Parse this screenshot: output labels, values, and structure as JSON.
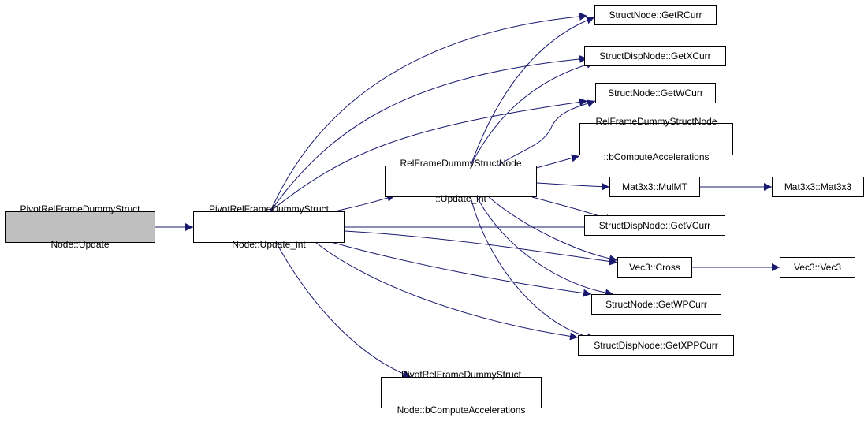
{
  "colors": {
    "edge": "#191970",
    "root_fill": "#bfbfbf",
    "node_fill": "#ffffff",
    "border": "#000000"
  },
  "nodes": {
    "root": {
      "line1": "PivotRelFrameDummyStruct",
      "line2": "Node::Update"
    },
    "pivot_update_int": {
      "line1": "PivotRelFrameDummyStruct",
      "line2": "Node::Update_int"
    },
    "rel_update_int": {
      "line1": "RelFrameDummyStructNode",
      "line2": "::Update_int"
    },
    "pivot_bcompute": {
      "line1": "PivotRelFrameDummyStruct",
      "line2": "Node::bComputeAccelerations"
    },
    "get_rcurr": {
      "label": "StructNode::GetRCurr"
    },
    "get_xcurr": {
      "label": "StructDispNode::GetXCurr"
    },
    "get_wcurr": {
      "label": "StructNode::GetWCurr"
    },
    "rel_bcompute": {
      "line1": "RelFrameDummyStructNode",
      "line2": "::bComputeAccelerations"
    },
    "mulmt": {
      "label": "Mat3x3::MulMT"
    },
    "mat3x3": {
      "label": "Mat3x3::Mat3x3"
    },
    "get_vcurr": {
      "label": "StructDispNode::GetVCurr"
    },
    "vec3_cross": {
      "label": "Vec3::Cross"
    },
    "vec3_vec3": {
      "label": "Vec3::Vec3"
    },
    "get_wpcurr": {
      "label": "StructNode::GetWPCurr"
    },
    "get_xppcurr": {
      "label": "StructDispNode::GetXPPCurr"
    }
  }
}
